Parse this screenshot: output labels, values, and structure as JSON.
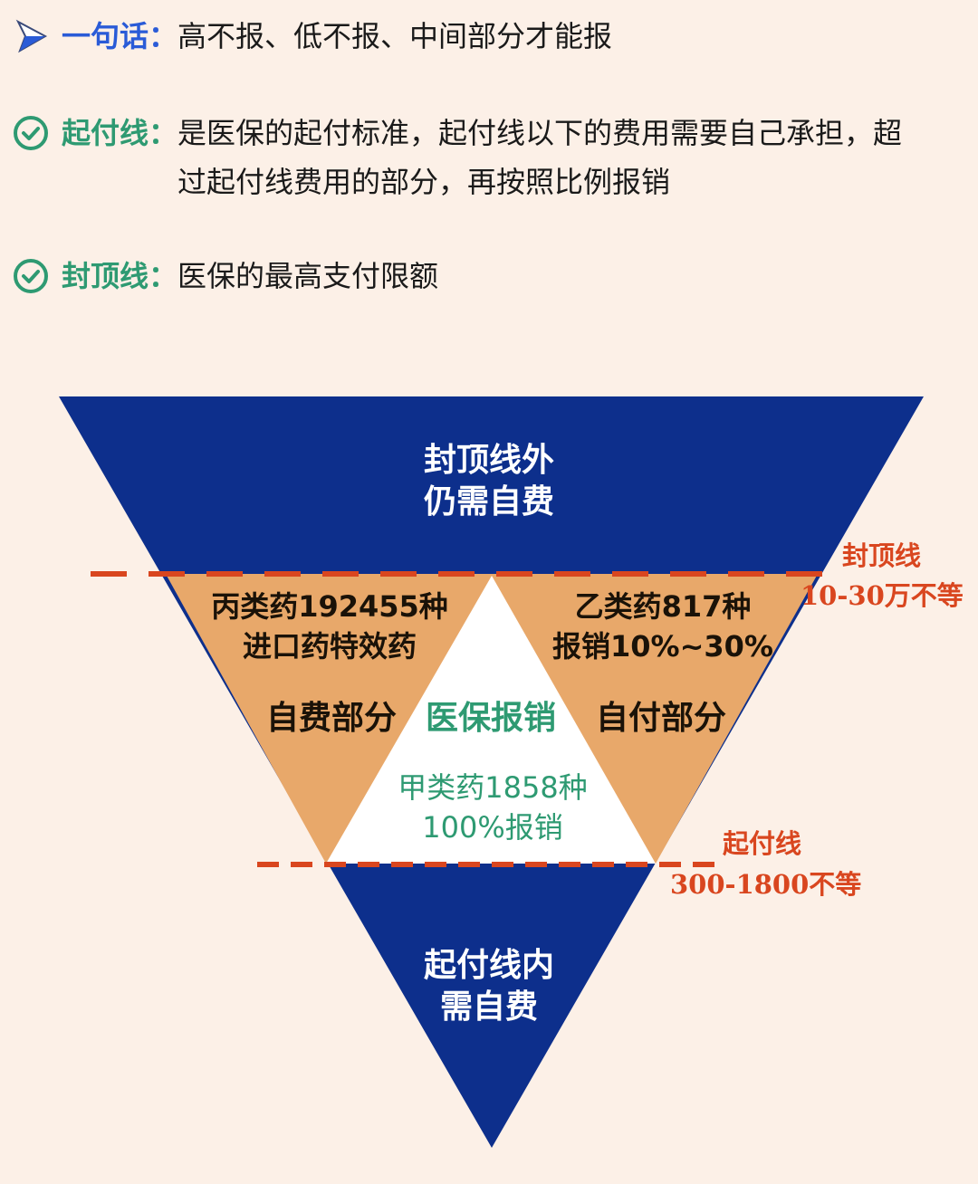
{
  "summary": {
    "icon": "arrow-pointer-icon",
    "label": "一句话：",
    "text": "高不报、低不报、中间部分才能报"
  },
  "definitions": [
    {
      "icon": "check-circle-icon",
      "label": "起付线：",
      "text": "是医保的起付标准，起付线以下的费用需要自己承担，超过起付线费用的部分，再按照比例报销"
    },
    {
      "icon": "check-circle-icon",
      "label": "封顶线：",
      "text": "医保的最高支付限额"
    }
  ],
  "diagram": {
    "top_section": {
      "line1": "封顶线外",
      "line2": "仍需自费"
    },
    "left_section": {
      "line1": "丙类药192455种",
      "line2": "进口药特效药",
      "title": "自费部分"
    },
    "center_section": {
      "title": "医保报销",
      "line1": "甲类药1858种",
      "line2": "100%报销"
    },
    "right_section": {
      "line1": "乙类药817种",
      "line2": "报销10%~30%",
      "title": "自付部分"
    },
    "bottom_section": {
      "line1": "起付线内",
      "line2": "需自费"
    },
    "cap_line": {
      "label": "封顶线",
      "value": "10-30万不等"
    },
    "deductible_line": {
      "label": "起付线",
      "value": "300-1800不等"
    }
  },
  "colors": {
    "background": "#fcf0e7",
    "navy": "#0d2f8c",
    "orange": "#e8a86a",
    "white": "#ffffff",
    "green": "#2e9a72",
    "red": "#d9461f",
    "blue_label": "#2a5bd7"
  }
}
